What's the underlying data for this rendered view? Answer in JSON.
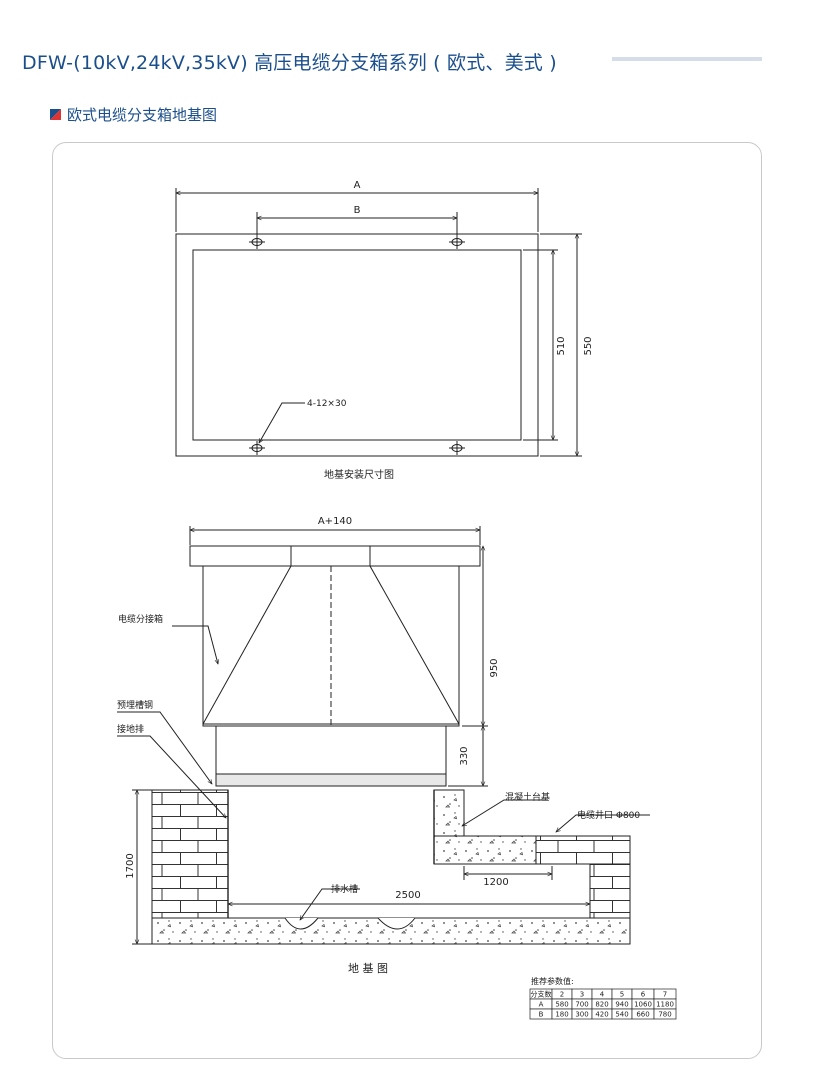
{
  "header": {
    "title": "DFW-(10kV,24kV,35kV) 高压电缆分支箱系列 ( 欧式、美式 )"
  },
  "section": {
    "title": "欧式电缆分支箱地基图"
  },
  "plan_drawing": {
    "dim_a": "A",
    "dim_b": "B",
    "dim_510": "510",
    "dim_550": "550",
    "hole_note": "4-12×30",
    "caption": "地基安装尺寸图"
  },
  "section_drawing": {
    "dim_top": "A+140",
    "dim_950": "950",
    "dim_330": "330",
    "dim_1700": "1700",
    "dim_1200": "1200",
    "dim_2500": "2500",
    "label_box": "电缆分接箱",
    "label_channel": "预埋槽钢",
    "label_ground": "接地排",
    "label_concrete": "混凝土台基",
    "label_well": "电缆井口 Φ800",
    "label_drain": "排水槽",
    "caption": "地 基 图"
  },
  "table": {
    "caption": "推荐参数值:",
    "header": [
      "分支数",
      "2",
      "3",
      "4",
      "5",
      "6",
      "7"
    ],
    "rows": [
      [
        "A",
        "580",
        "700",
        "820",
        "940",
        "1060",
        "1180"
      ],
      [
        "B",
        "180",
        "300",
        "420",
        "540",
        "660",
        "780"
      ]
    ]
  }
}
